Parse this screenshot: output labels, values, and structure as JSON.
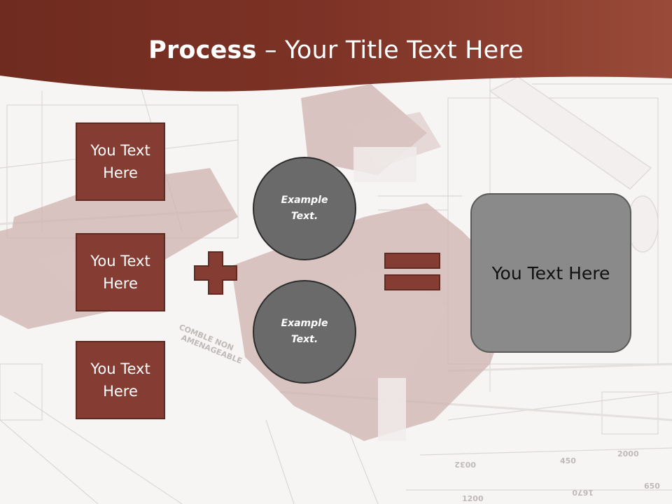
{
  "title": {
    "bold": "Process",
    "rest": " – Your Title Text Here"
  },
  "left_boxes": [
    {
      "label": "You Text Here"
    },
    {
      "label": "You Text Here"
    },
    {
      "label": "You Text Here"
    }
  ],
  "circles": [
    {
      "label": "Example Text."
    },
    {
      "label": "Example Text."
    }
  ],
  "result": {
    "label": "You Text Here"
  },
  "blueprint_labels": {
    "label_a": "COMBLE NON AMENAGEABLE",
    "label_b": "0032",
    "label_c": "450",
    "label_d": "2000",
    "label_e": "1670",
    "label_f": "1200",
    "label_g": "650"
  },
  "colors": {
    "accent": "#853d33",
    "title_band": "#7a3528",
    "circle": "#6a6a6a",
    "result": "#8a8a8a"
  }
}
